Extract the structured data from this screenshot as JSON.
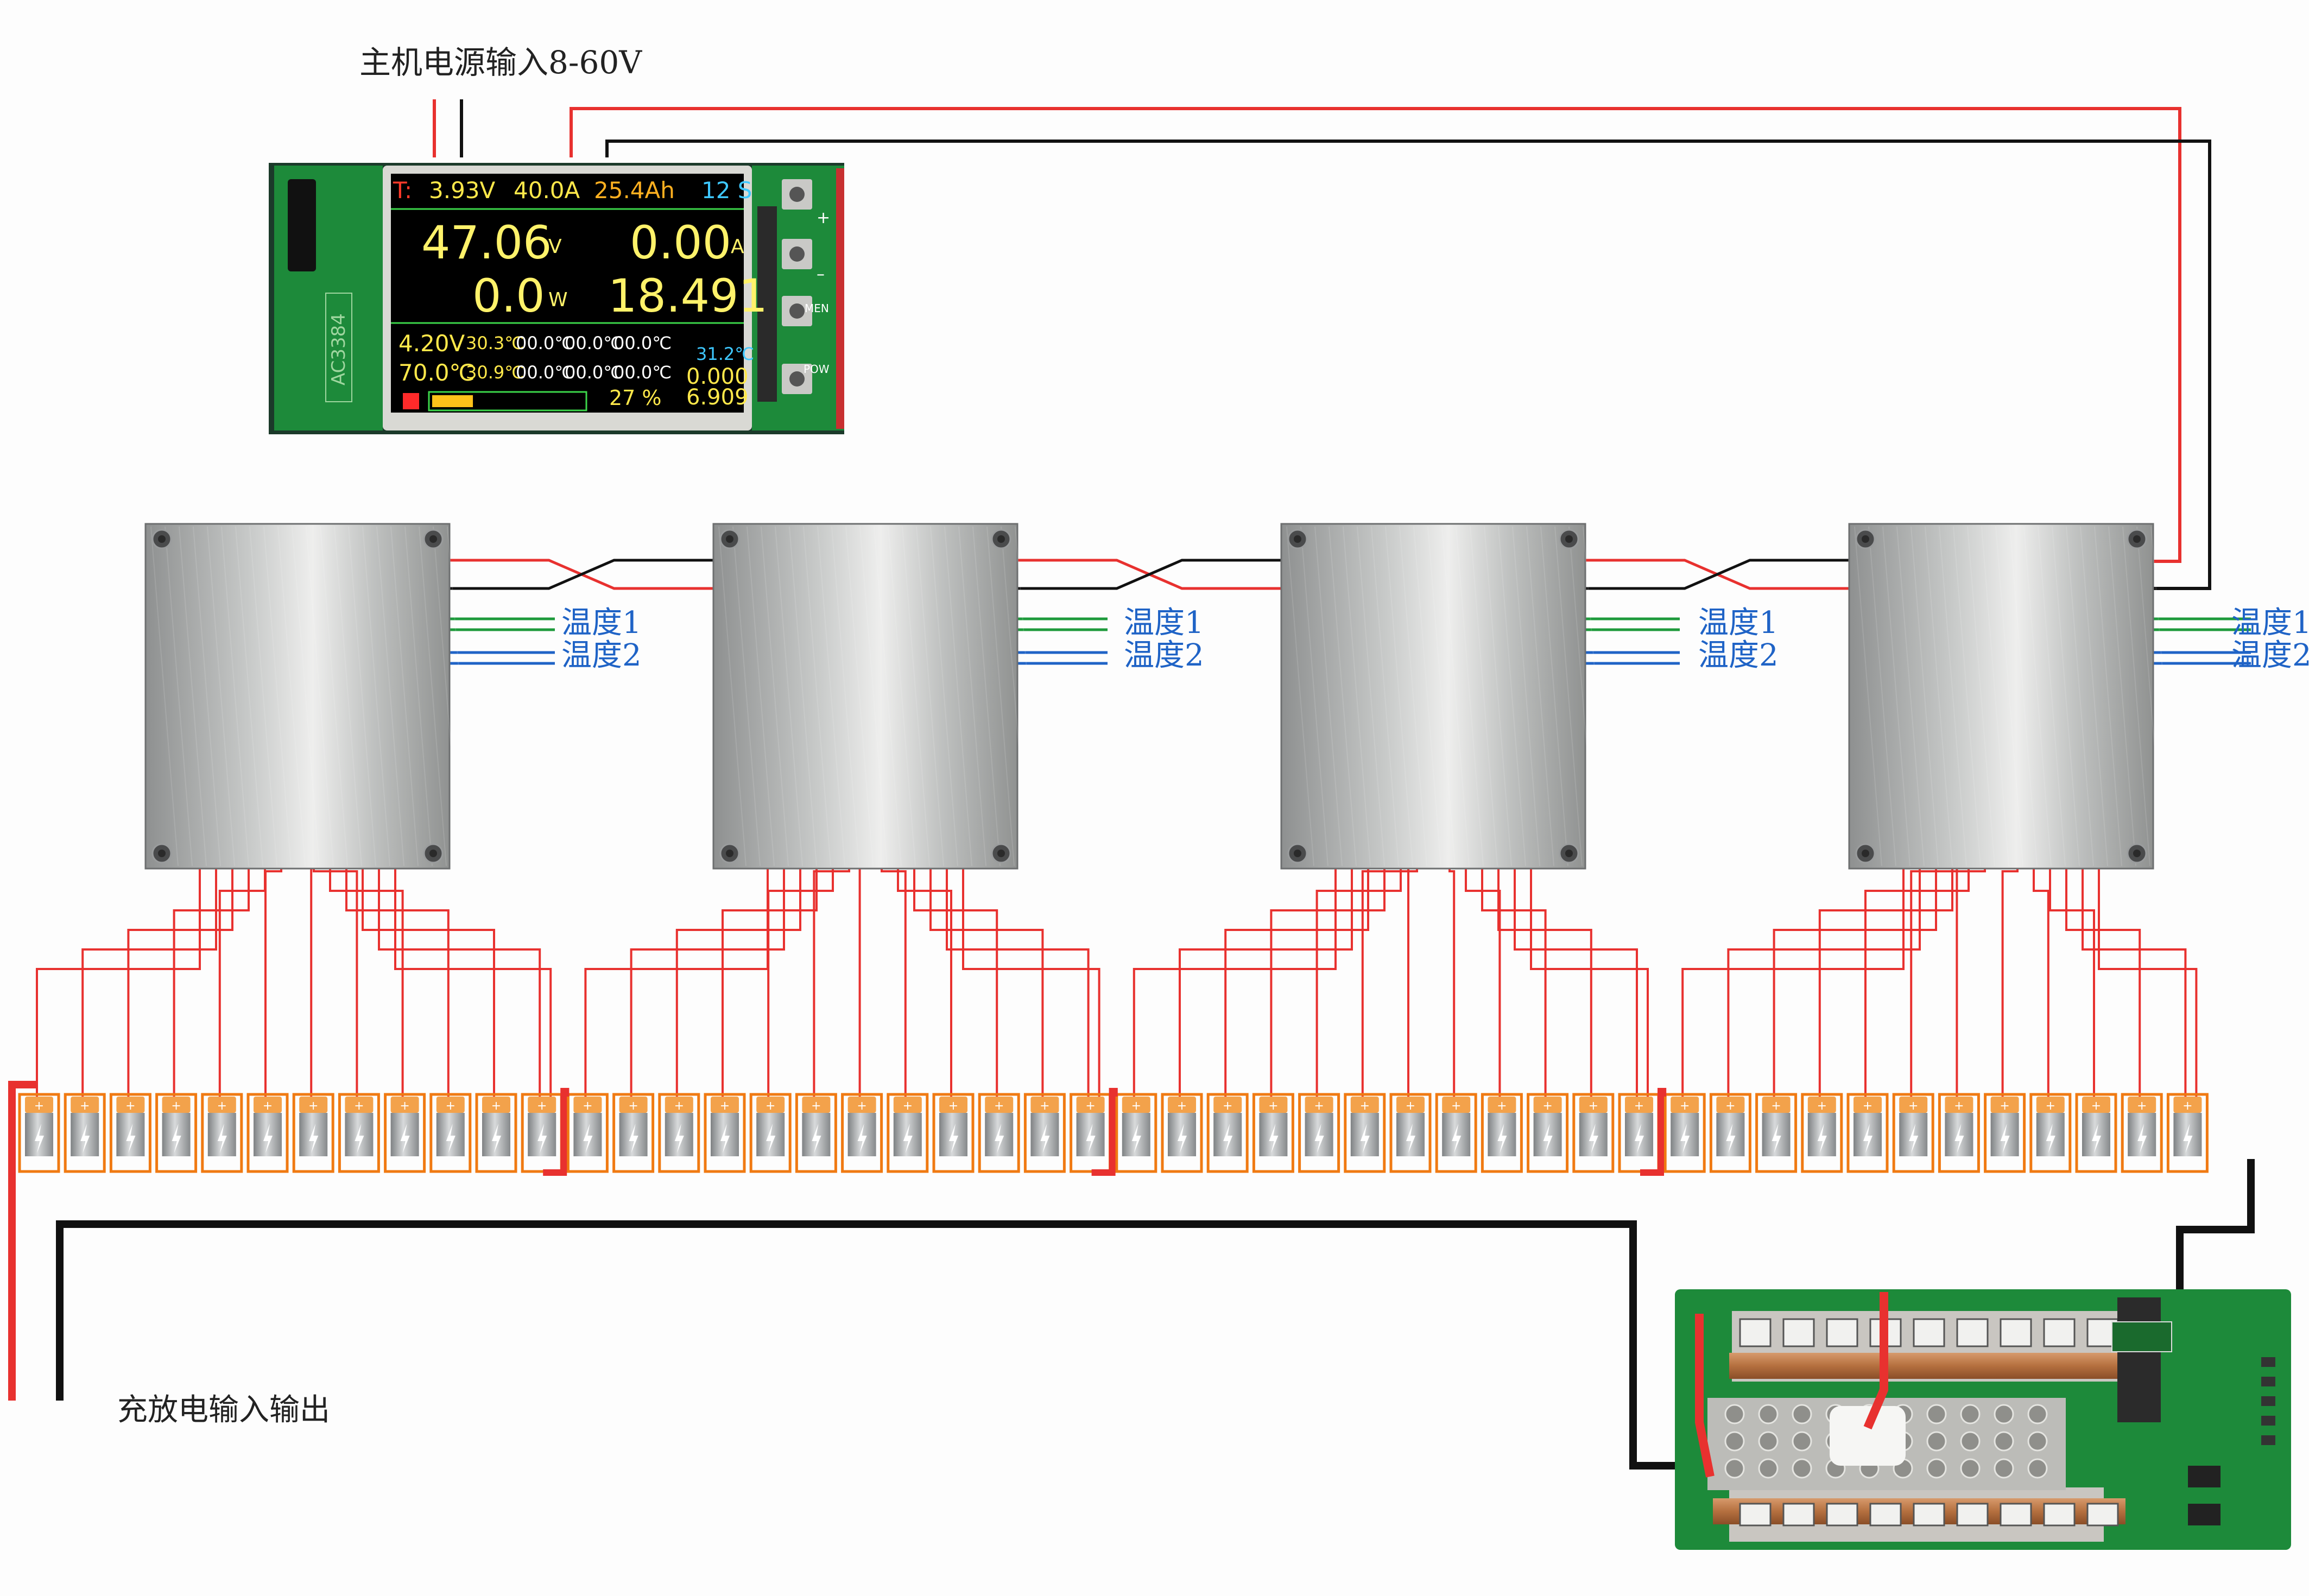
{
  "labels": {
    "power_input": "主机电源输入8-60V",
    "charge_io": "充放电输入输出",
    "temp1": "温度1",
    "temp2": "温度2"
  },
  "display": {
    "row1": {
      "t": "T:",
      "v": "3.93V",
      "a": "40.0A",
      "ah": "25.4Ah",
      "s": "12 S"
    },
    "big_voltage": "47.06",
    "big_voltage_unit": "V",
    "big_current": "0.00",
    "big_current_unit": "A",
    "big_power": "0.0",
    "big_power_unit": "W",
    "big_energy": "18.491",
    "row3": [
      "4.20V",
      "30.3℃",
      "00.0℃",
      "00.0℃",
      "00.0℃"
    ],
    "row4": [
      "70.0℃",
      "30.9℃",
      "00.0℃",
      "00.0℃",
      "00.0℃"
    ],
    "side": [
      "31.2℃",
      "0.000",
      "6.909"
    ],
    "battery_percent": 27,
    "battery_percent_text": "27 %",
    "module_label": "AC3384",
    "buttons": [
      "+",
      "–",
      "MEN",
      "POW"
    ]
  },
  "diagram": {
    "balancer_modules": 4,
    "cells_per_module": 12,
    "total_cells": 48
  },
  "colors": {
    "positive_wire": "#e8312f",
    "negative_wire": "#111111",
    "temp1_wire": "#1e9a3c",
    "temp2_wire": "#1f63c6",
    "balance_wire": "#e8312f",
    "cell_link": "#f07a12",
    "pcb": "#1d8a3a"
  },
  "icons": [
    "battery-cell-icon",
    "bolt-icon",
    "balancer-plate",
    "lcd-display",
    "bms-board"
  ]
}
